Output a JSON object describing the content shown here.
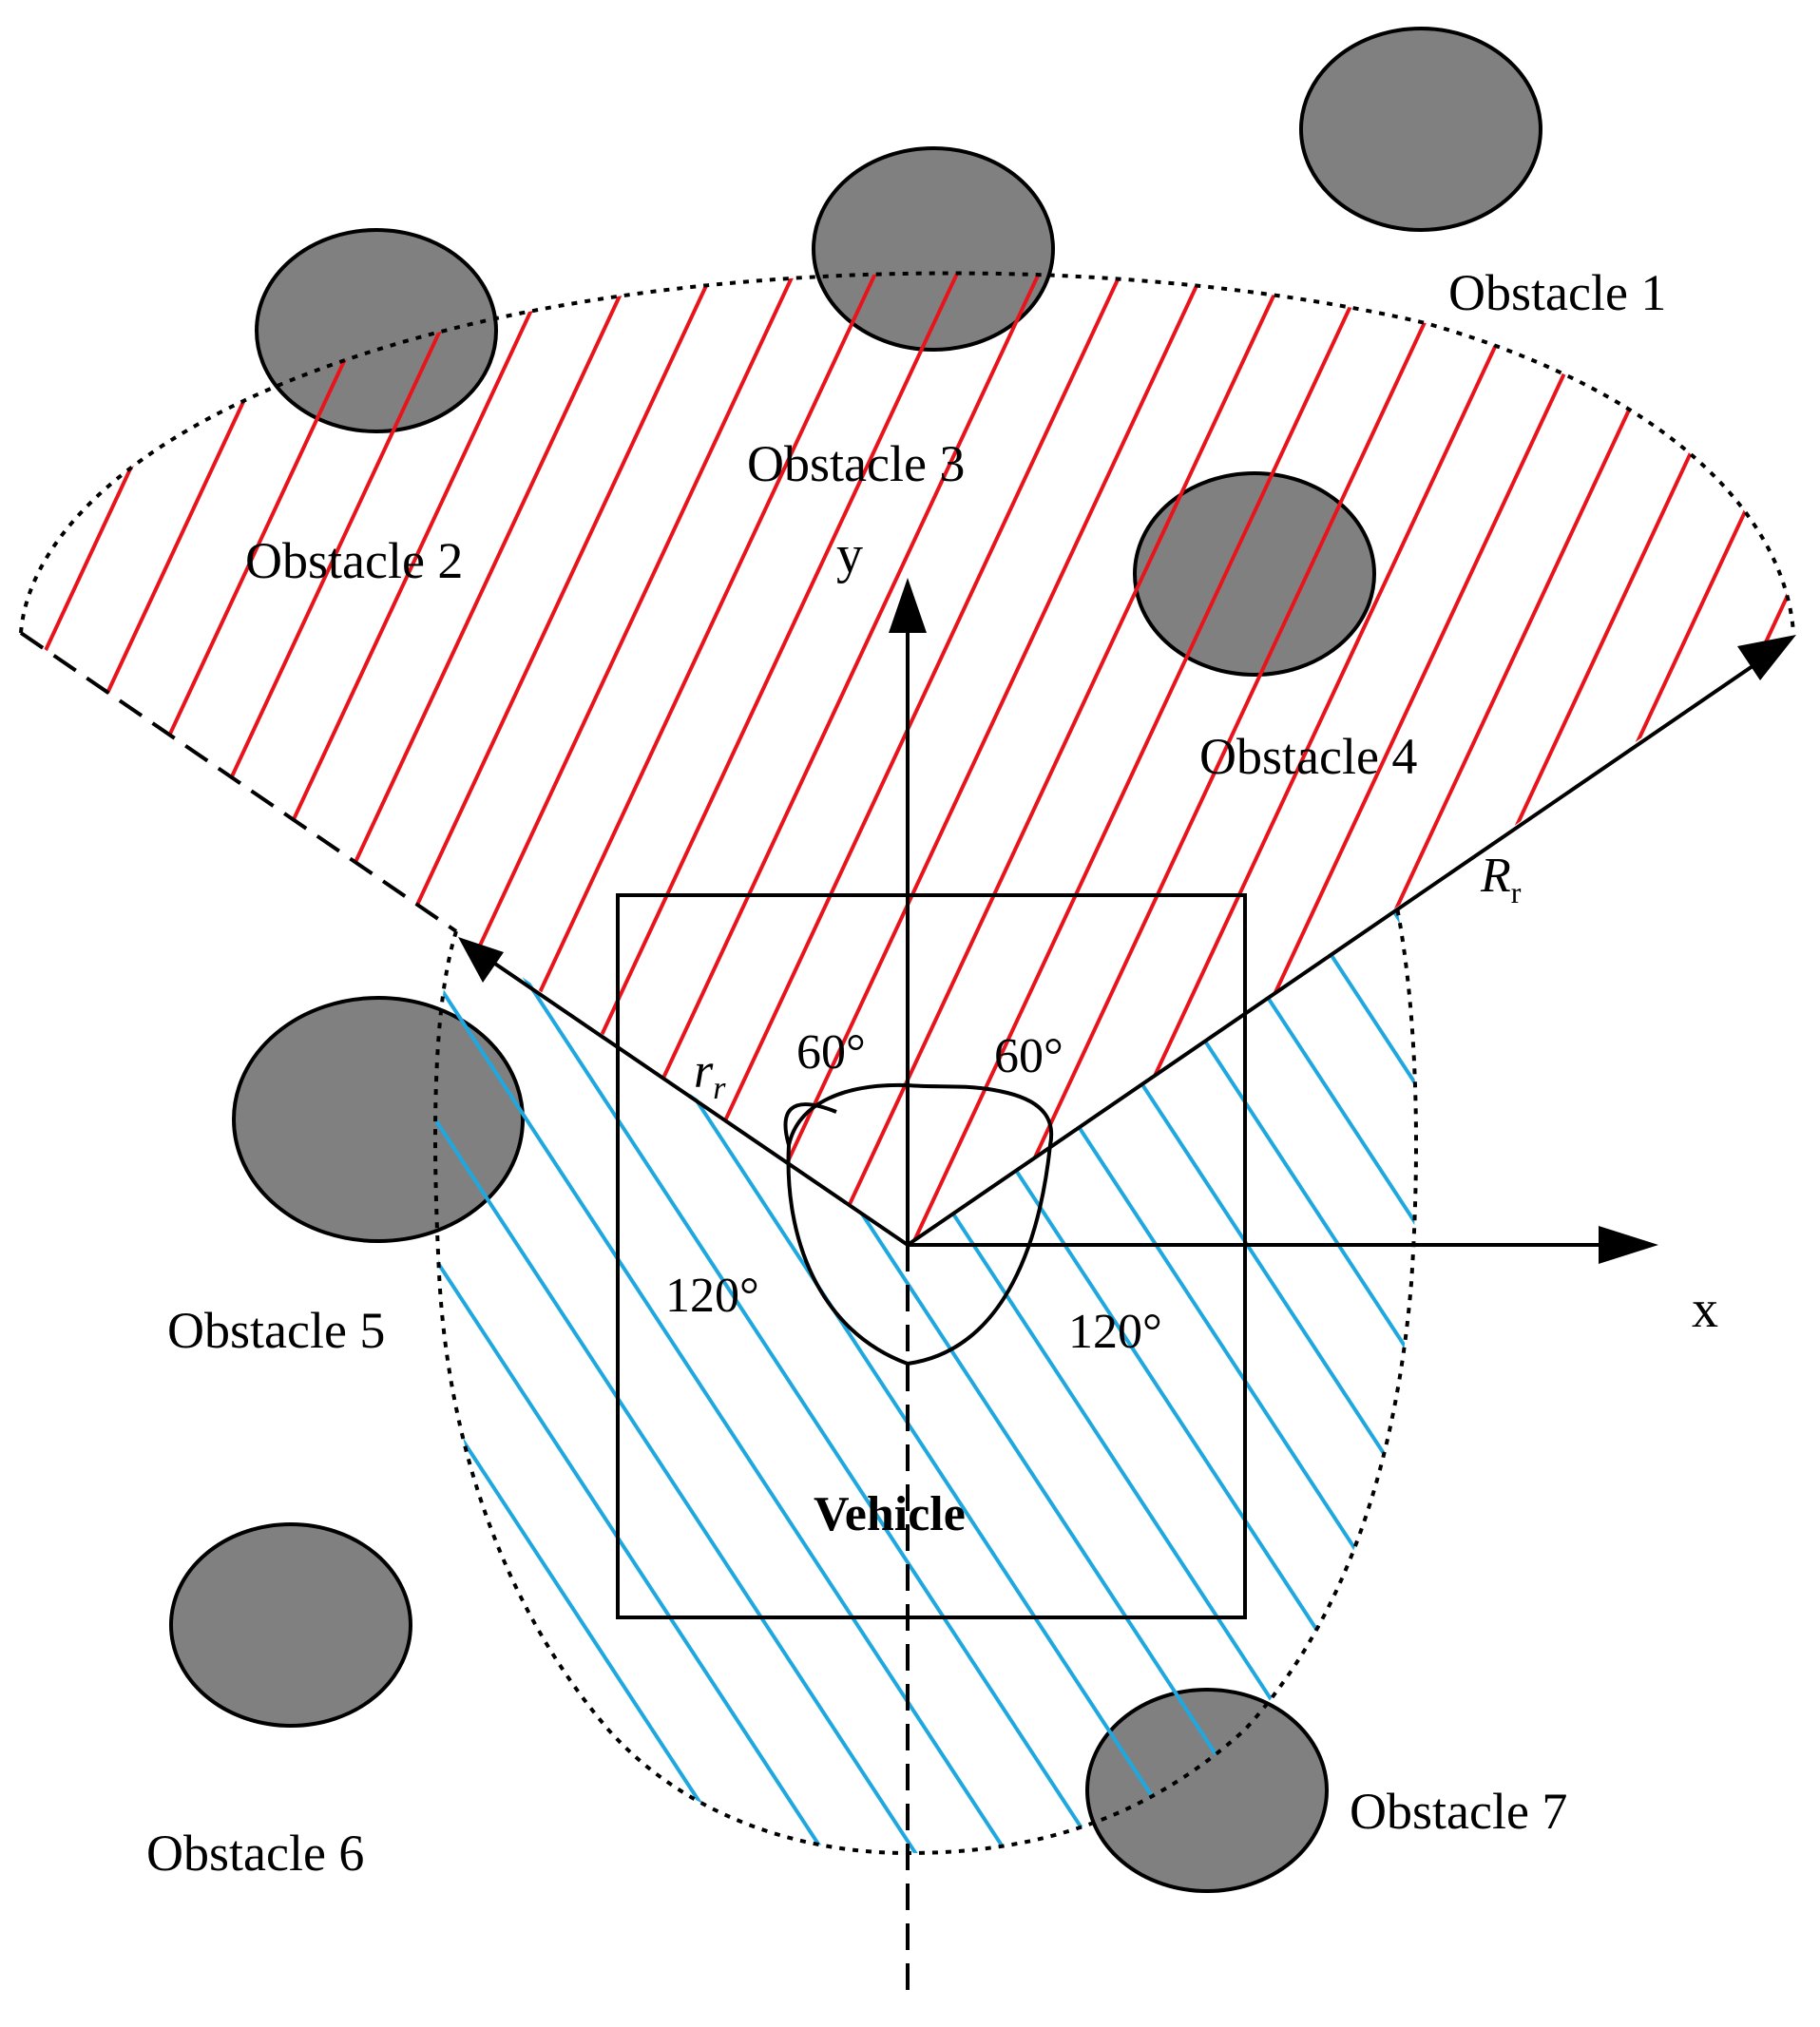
{
  "obstacles": [
    {
      "label": "Obstacle 1"
    },
    {
      "label": "Obstacle 2"
    },
    {
      "label": "Obstacle 3"
    },
    {
      "label": "Obstacle 4"
    },
    {
      "label": "Obstacle 5"
    },
    {
      "label": "Obstacle 6"
    },
    {
      "label": "Obstacle 7"
    }
  ],
  "vehicle_label": "Vehicle",
  "axes": {
    "x": "x",
    "y": "y"
  },
  "angles": {
    "front_left": "60°",
    "front_right": "60°",
    "rear_left": "120°",
    "rear_right": "120°"
  },
  "radii": {
    "long": {
      "base": "R",
      "sub": "r"
    },
    "short": {
      "base": "r",
      "sub": "r"
    }
  },
  "colors": {
    "front_hatch": "#e8141b",
    "rear_hatch": "#1fa8e0",
    "obstacle_fill": "#808080",
    "line": "#000000"
  }
}
